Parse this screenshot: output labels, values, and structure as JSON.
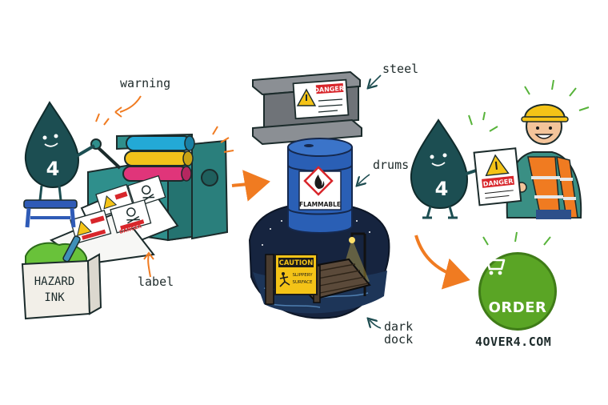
{
  "annotations": {
    "warning": "warning",
    "label": "label",
    "steel": "steel",
    "drums": "drums",
    "dark_dock": [
      "dark",
      "dock"
    ]
  },
  "mascot": {
    "number": "4"
  },
  "ink_box": {
    "line1": "HAZARD",
    "line2": "INK"
  },
  "printed_labels": {
    "danger": "DANGER"
  },
  "beam_sign": {
    "header": "DANGER"
  },
  "drum": {
    "label": "FLAMMABLE"
  },
  "dock_sign": {
    "header": "CAUTION",
    "line1": "SLIPPERY",
    "line2": "SURFACE"
  },
  "worker_sign": {
    "header": "DANGER"
  },
  "order": {
    "button_label": "ORDER",
    "website": "4OVER4.COM"
  },
  "colors": {
    "teal": "#1c4e52",
    "danger_red": "#d8262b",
    "warning_yellow": "#f4c317",
    "orange_arrow": "#f07b21",
    "order_green": "#5aa525",
    "drum_blue": "#2a5fb5"
  },
  "icons": [
    "skull-icon",
    "flame-icon",
    "warning-triangle-icon",
    "cart-icon",
    "slip-icon",
    "lamp-icon"
  ]
}
